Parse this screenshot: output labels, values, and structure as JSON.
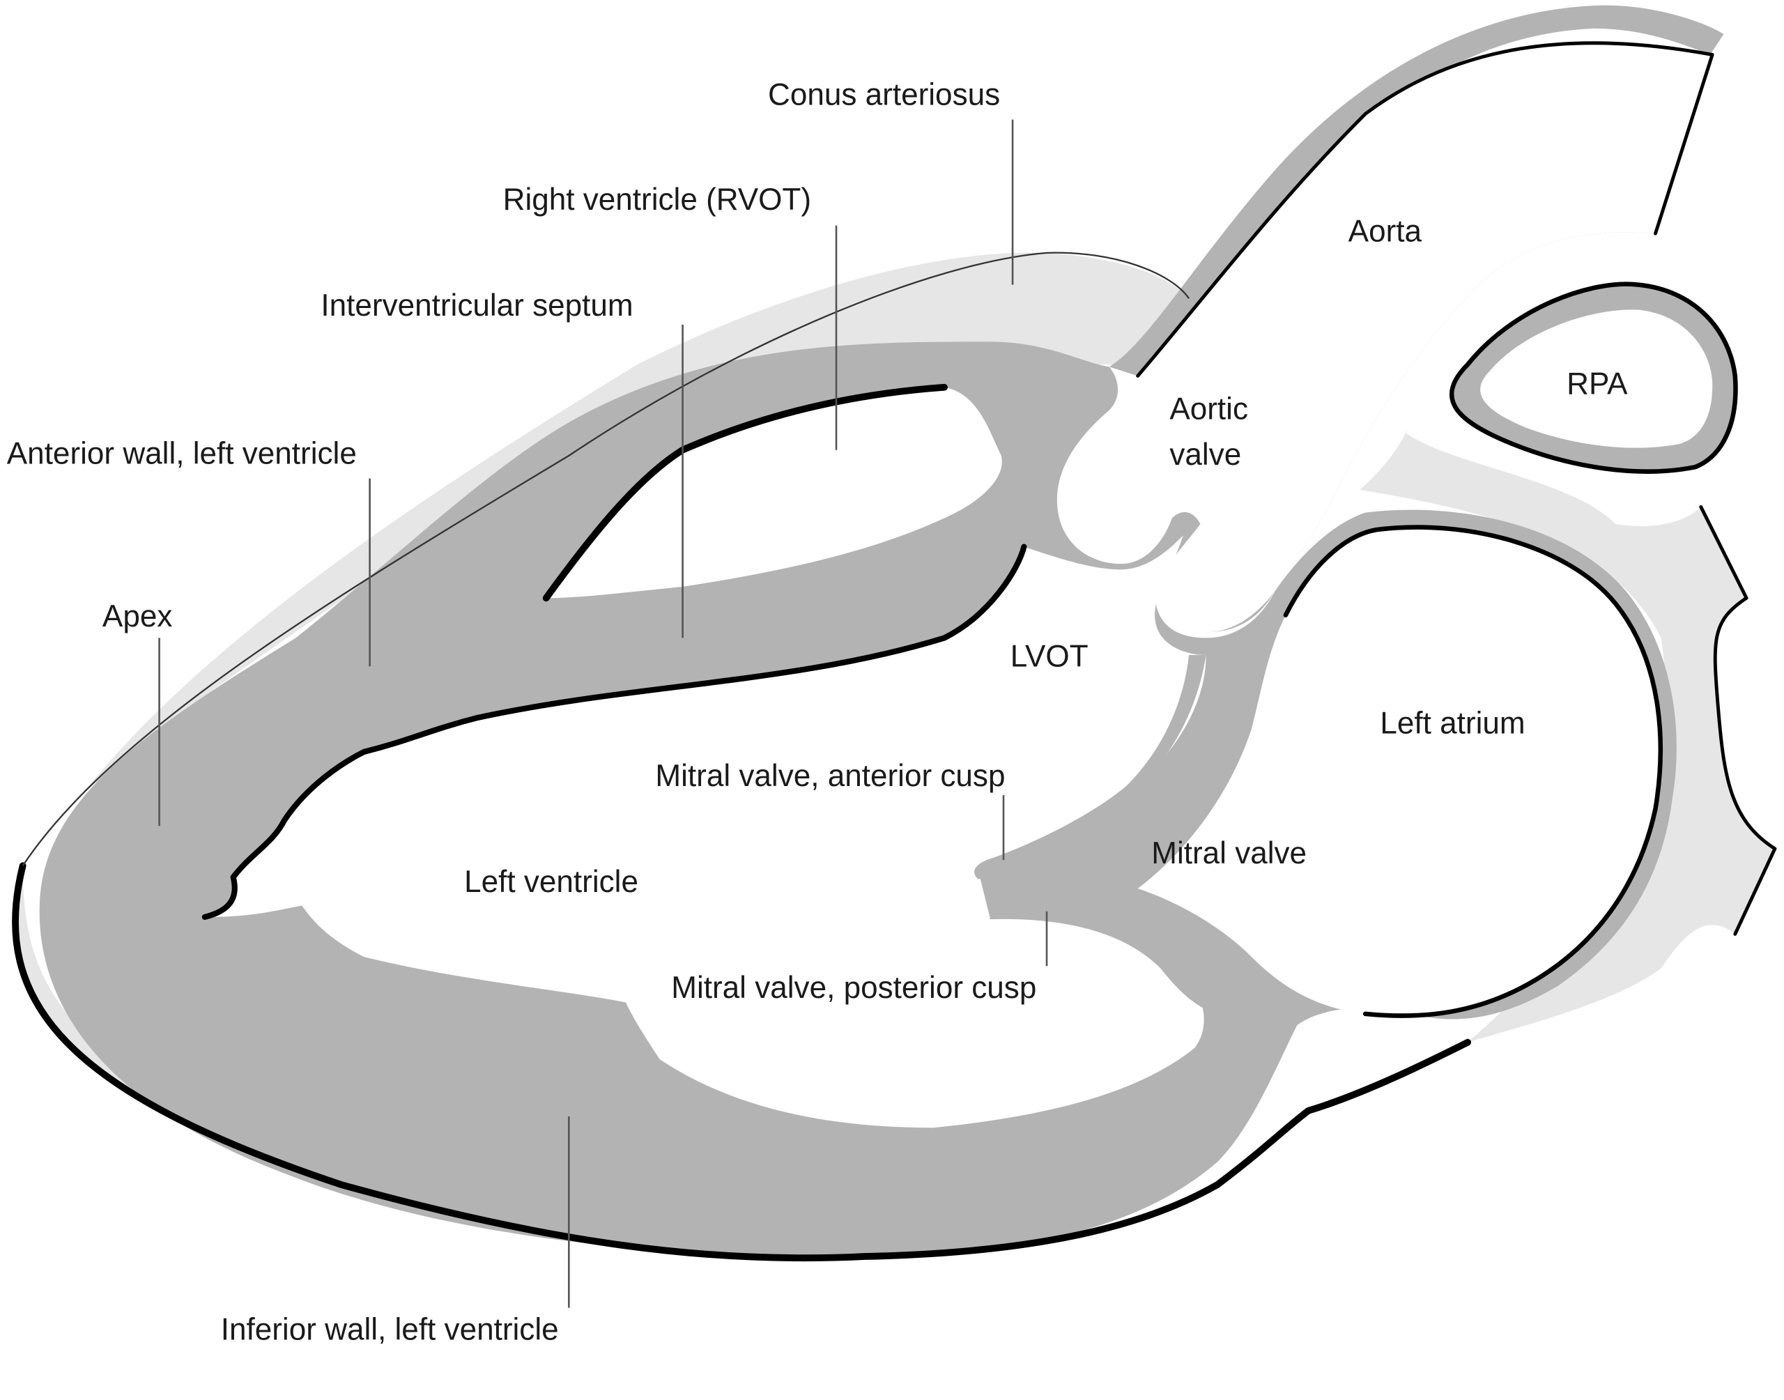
{
  "figure": {
    "title": "Parasternal long-axis view of the heart",
    "colors": {
      "myocardium": "#b3b3b3",
      "pericardium": "#e6e6e6",
      "outline": "#000000",
      "background": "#ffffff",
      "text": "#1a1a1a"
    },
    "labels": {
      "conus_arteriosus": "Conus arteriosus",
      "right_ventricle": "Right ventricle (RVOT)",
      "interventricular_septum": "Interventricular septum",
      "anterior_wall": "Anterior wall, left ventricle",
      "apex": "Apex",
      "aorta": "Aorta",
      "rpa": "RPA",
      "aortic_valve_line1": "Aortic",
      "aortic_valve_line2": "valve",
      "lvot": "LVOT",
      "left_atrium": "Left atrium",
      "mitral_anterior_cusp": "Mitral valve, anterior cusp",
      "mitral_valve": "Mitral valve",
      "left_ventricle": "Left ventricle",
      "mitral_posterior_cusp": "Mitral valve, posterior cusp",
      "inferior_wall": "Inferior wall, left ventricle"
    }
  }
}
